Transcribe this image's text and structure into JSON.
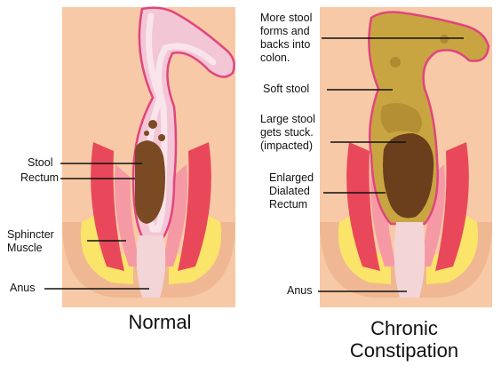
{
  "colors": {
    "panel_background": "#f7c9a6",
    "skin_edge": "#e9a883",
    "muscle_red": "#e8485a",
    "muscle_pink": "#f59aa5",
    "fat_yellow": "#fbe46a",
    "colon_wall": "#e0457e",
    "colon_pink": "#f2c6d4",
    "colon_inner": "#fae4ec",
    "stool_brown": "#7a4a22",
    "stool_soft": "#c9a541",
    "anal_canal": "#f3d5d8"
  },
  "normal_panel": {
    "labels": {
      "stool": "Stool",
      "rectum": "Rectum",
      "sphincter": "Sphincter\nMuscle",
      "anus": "Anus"
    },
    "caption": "Normal"
  },
  "constipation_panel": {
    "labels": {
      "more_stool": "More stool\nforms and\nbacks into\ncolon.",
      "soft_stool": "Soft stool",
      "large_stool": "Large stool\ngets stuck.\n(impacted)",
      "enlarged": "Enlarged\nDialated\nRectum",
      "anus": "Anus"
    },
    "caption": "Chronic\nConstipation"
  }
}
